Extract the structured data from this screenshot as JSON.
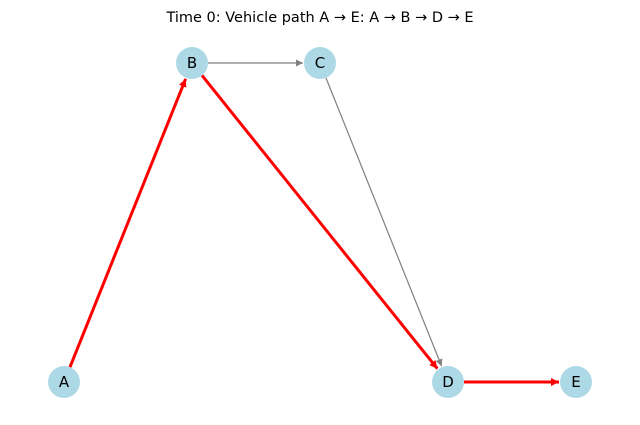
{
  "title": "Time 0: Vehicle path A → E: A → B → D → E",
  "graph": {
    "nodes": [
      {
        "id": "A",
        "label": "A"
      },
      {
        "id": "B",
        "label": "B"
      },
      {
        "id": "C",
        "label": "C"
      },
      {
        "id": "D",
        "label": "D"
      },
      {
        "id": "E",
        "label": "E"
      }
    ],
    "edges": [
      {
        "from": "A",
        "to": "B",
        "on_path": true
      },
      {
        "from": "B",
        "to": "C",
        "on_path": false
      },
      {
        "from": "B",
        "to": "D",
        "on_path": true
      },
      {
        "from": "C",
        "to": "D",
        "on_path": false
      },
      {
        "from": "D",
        "to": "E",
        "on_path": true
      }
    ],
    "path": [
      "A",
      "B",
      "D",
      "E"
    ]
  },
  "colors": {
    "node_fill": "#add8e6",
    "path_edge": "#ff0000",
    "other_edge": "#808080"
  }
}
